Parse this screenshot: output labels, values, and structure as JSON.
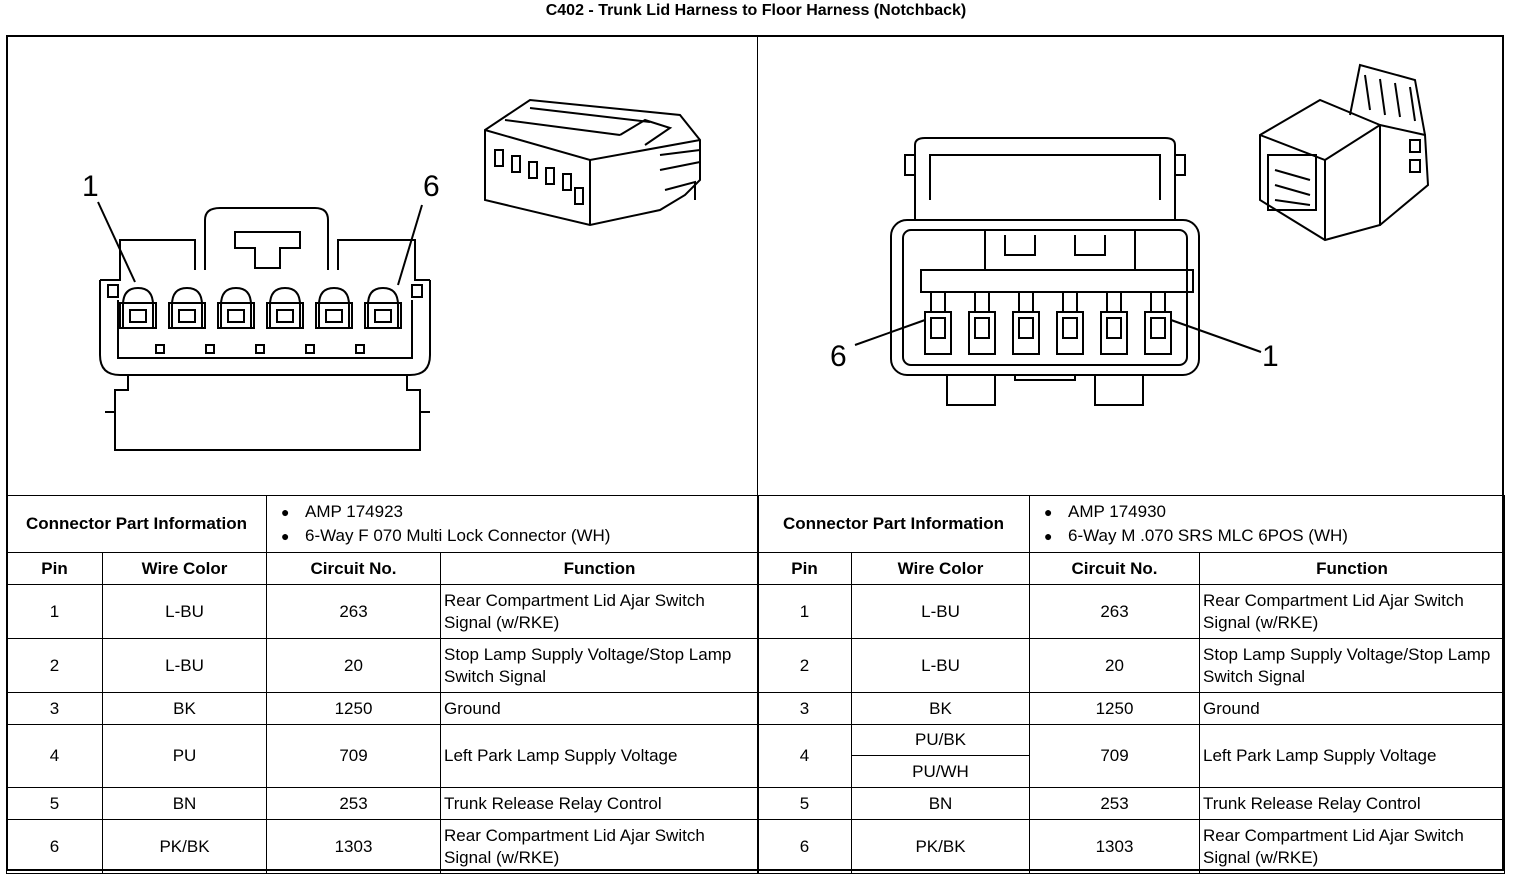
{
  "title": "C402 - Trunk Lid Harness to Floor Harness (Notchback)",
  "connectors": [
    {
      "side": "left",
      "pin_label_first": "1",
      "pin_label_last": "6",
      "info_label": "Connector Part Information",
      "info_items": [
        "AMP 174923",
        "6-Way F 070 Multi Lock Connector (WH)"
      ],
      "headers": {
        "pin": "Pin",
        "wire_color": "Wire Color",
        "circuit": "Circuit No.",
        "function": "Function"
      },
      "rows": [
        {
          "pin": "1",
          "colors": [
            "L-BU"
          ],
          "circuit": "263",
          "function": "Rear Compartment Lid Ajar Switch Signal (w/RKE)"
        },
        {
          "pin": "2",
          "colors": [
            "L-BU"
          ],
          "circuit": "20",
          "function": "Stop Lamp Supply Voltage/Stop Lamp Switch Signal"
        },
        {
          "pin": "3",
          "colors": [
            "BK"
          ],
          "circuit": "1250",
          "function": "Ground"
        },
        {
          "pin": "4",
          "colors": [
            "PU"
          ],
          "circuit": "709",
          "function": "Left Park Lamp Supply Voltage"
        },
        {
          "pin": "5",
          "colors": [
            "BN"
          ],
          "circuit": "253",
          "function": "Trunk Release Relay Control"
        },
        {
          "pin": "6",
          "colors": [
            "PK/BK"
          ],
          "circuit": "1303",
          "function": "Rear Compartment Lid Ajar Switch Signal (w/RKE)"
        }
      ]
    },
    {
      "side": "right",
      "pin_label_first": "1",
      "pin_label_last": "6",
      "info_label": "Connector Part Information",
      "info_items": [
        "AMP 174930",
        "6-Way M .070 SRS MLC 6POS (WH)"
      ],
      "headers": {
        "pin": "Pin",
        "wire_color": "Wire Color",
        "circuit": "Circuit No.",
        "function": "Function"
      },
      "rows": [
        {
          "pin": "1",
          "colors": [
            "L-BU"
          ],
          "circuit": "263",
          "function": "Rear Compartment Lid Ajar Switch Signal (w/RKE)"
        },
        {
          "pin": "2",
          "colors": [
            "L-BU"
          ],
          "circuit": "20",
          "function": "Stop Lamp Supply Voltage/Stop Lamp Switch Signal"
        },
        {
          "pin": "3",
          "colors": [
            "BK"
          ],
          "circuit": "1250",
          "function": "Ground"
        },
        {
          "pin": "4",
          "colors": [
            "PU/BK",
            "PU/WH"
          ],
          "circuit": "709",
          "function": "Left Park Lamp Supply Voltage"
        },
        {
          "pin": "5",
          "colors": [
            "BN"
          ],
          "circuit": "253",
          "function": "Trunk Release Relay Control"
        },
        {
          "pin": "6",
          "colors": [
            "PK/BK"
          ],
          "circuit": "1303",
          "function": "Rear Compartment Lid Ajar Switch Signal (w/RKE)"
        }
      ]
    }
  ]
}
